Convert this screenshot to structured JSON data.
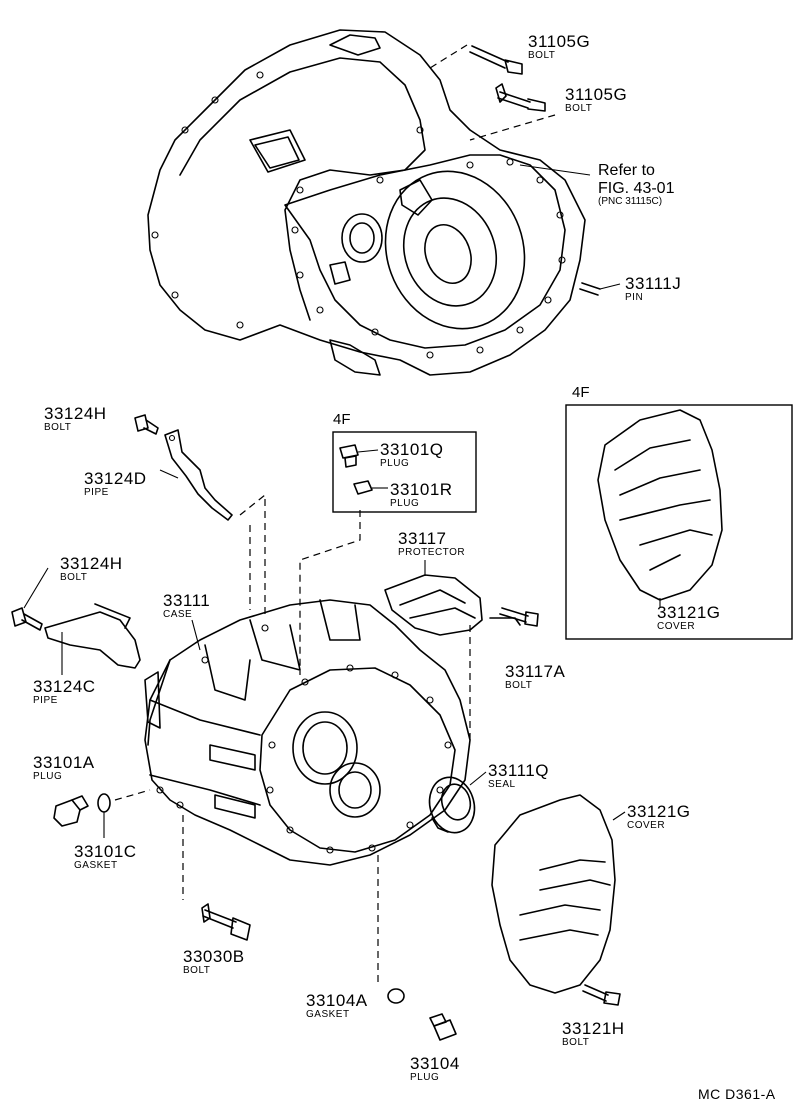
{
  "parts": [
    {
      "id": "31105G-a",
      "number": "31105G",
      "name": "BOLT"
    },
    {
      "id": "31105G-b",
      "number": "31105G",
      "name": "BOLT"
    },
    {
      "id": "33111J",
      "number": "33111J",
      "name": "PIN"
    },
    {
      "id": "33124H-a",
      "number": "33124H",
      "name": "BOLT"
    },
    {
      "id": "33124D",
      "number": "33124D",
      "name": "PIPE"
    },
    {
      "id": "33124H-b",
      "number": "33124H",
      "name": "BOLT"
    },
    {
      "id": "33124C",
      "number": "33124C",
      "name": "PIPE"
    },
    {
      "id": "33111",
      "number": "33111",
      "name": "CASE"
    },
    {
      "id": "33101Q",
      "number": "33101Q",
      "name": "PLUG"
    },
    {
      "id": "33101R",
      "number": "33101R",
      "name": "PLUG"
    },
    {
      "id": "33117",
      "number": "33117",
      "name": "PROTECTOR"
    },
    {
      "id": "33117A",
      "number": "33117A",
      "name": "BOLT"
    },
    {
      "id": "33121G-a",
      "number": "33121G",
      "name": "COVER"
    },
    {
      "id": "33101A",
      "number": "33101A",
      "name": "PLUG"
    },
    {
      "id": "33101C",
      "number": "33101C",
      "name": "GASKET"
    },
    {
      "id": "33111Q",
      "number": "33111Q",
      "name": "SEAL"
    },
    {
      "id": "33121G-b",
      "number": "33121G",
      "name": "COVER"
    },
    {
      "id": "33030B",
      "number": "33030B",
      "name": "BOLT"
    },
    {
      "id": "33104A",
      "number": "33104A",
      "name": "GASKET"
    },
    {
      "id": "33104",
      "number": "33104",
      "name": "PLUG"
    },
    {
      "id": "33121H",
      "number": "33121H",
      "name": "BOLT"
    }
  ],
  "reference": {
    "line1": "Refer to",
    "line2": "FIG. 43-01",
    "line3": "(PNC 31115C)"
  },
  "variant_tags": {
    "plug_box": "4F",
    "cover_box": "4F"
  },
  "diagram_code": "MC  D361-A"
}
